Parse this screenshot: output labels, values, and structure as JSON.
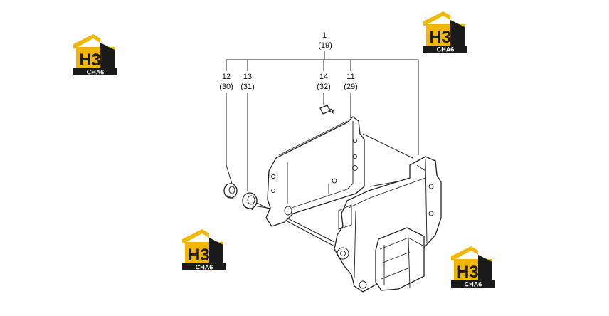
{
  "callouts": {
    "c1": {
      "num": "1",
      "alt": "(19)"
    },
    "c12": {
      "num": "12",
      "alt": "(30)"
    },
    "c13": {
      "num": "13",
      "alt": "(31)"
    },
    "c14": {
      "num": "14",
      "alt": "(32)"
    },
    "c11": {
      "num": "11",
      "alt": "(29)"
    }
  },
  "logo": {
    "letters": "H3",
    "caption": "CHA6",
    "colors": {
      "yellow": "#f2b705",
      "dark": "#1a1a1a",
      "text": "#ffffff"
    }
  }
}
